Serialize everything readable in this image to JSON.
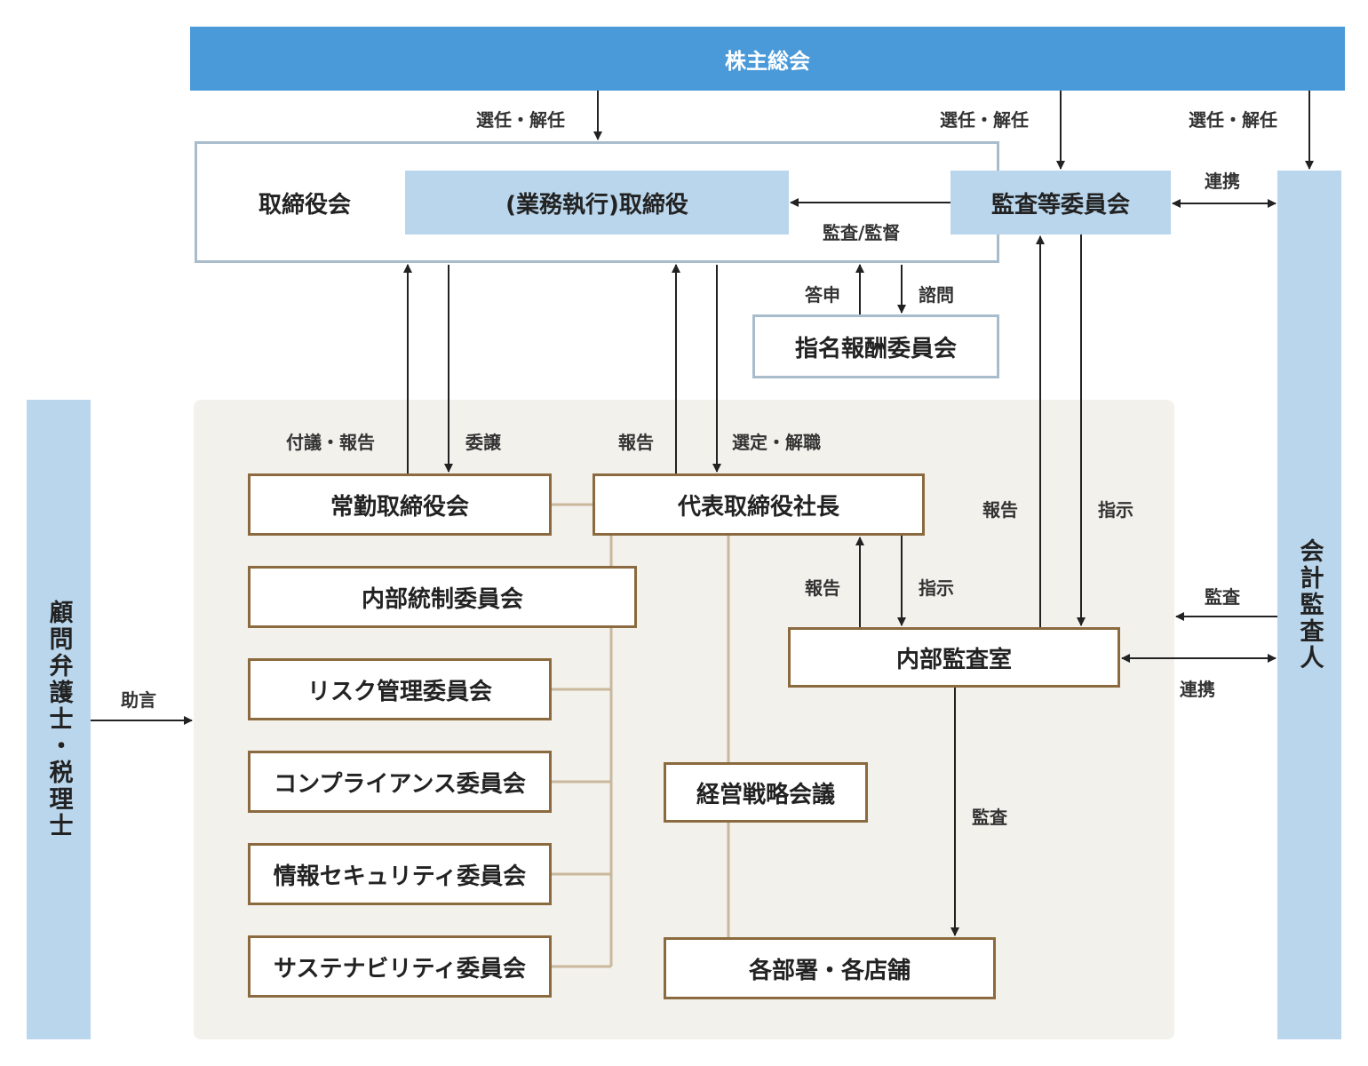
{
  "nodes": {
    "shareholders_meeting": "株主総会",
    "board": "取締役会",
    "executive_directors": "(業務執行)取締役",
    "audit_committee": "監査等委員会",
    "nomination_committee": "指名報酬委員会",
    "advisors": "顧問弁護士・税理士",
    "accounting_auditor": "会計監査人",
    "fulltime_board": "常勤取締役会",
    "president": "代表取締役社長",
    "internal_control": "内部統制委員会",
    "risk_committee": "リスク管理委員会",
    "compliance_committee": "コンプライアンス委員会",
    "infosec_committee": "情報セキュリティ委員会",
    "sustainability_committee": "サステナビリティ委員会",
    "internal_audit": "内部監査室",
    "strategy_meeting": "経営戦略会議",
    "departments": "各部署・各店舗"
  },
  "labels": {
    "elect_dismiss_1": "選任・解任",
    "elect_dismiss_2": "選任・解任",
    "elect_dismiss_3": "選任・解任",
    "cooperation_top": "連携",
    "audit_supervise": "監査/監督",
    "reply": "答申",
    "inquiry": "諮問",
    "propose_report": "付議・報告",
    "delegate": "委譲",
    "report_president": "報告",
    "select_dismiss": "選定・解職",
    "report_audit": "報告",
    "instruct_audit": "指示",
    "report_internal": "報告",
    "instruct_internal": "指示",
    "audit_accounting": "監査",
    "cooperation_bottom": "連携",
    "advice": "助言",
    "audit_departments": "監査"
  },
  "colors": {
    "header_blue": "#4a9ad9",
    "light_blue": "#bad6ec",
    "box_border_brown": "#8a6a3e",
    "connector_tan": "#c9b89c",
    "panel_bg": "#f3f1ec"
  }
}
